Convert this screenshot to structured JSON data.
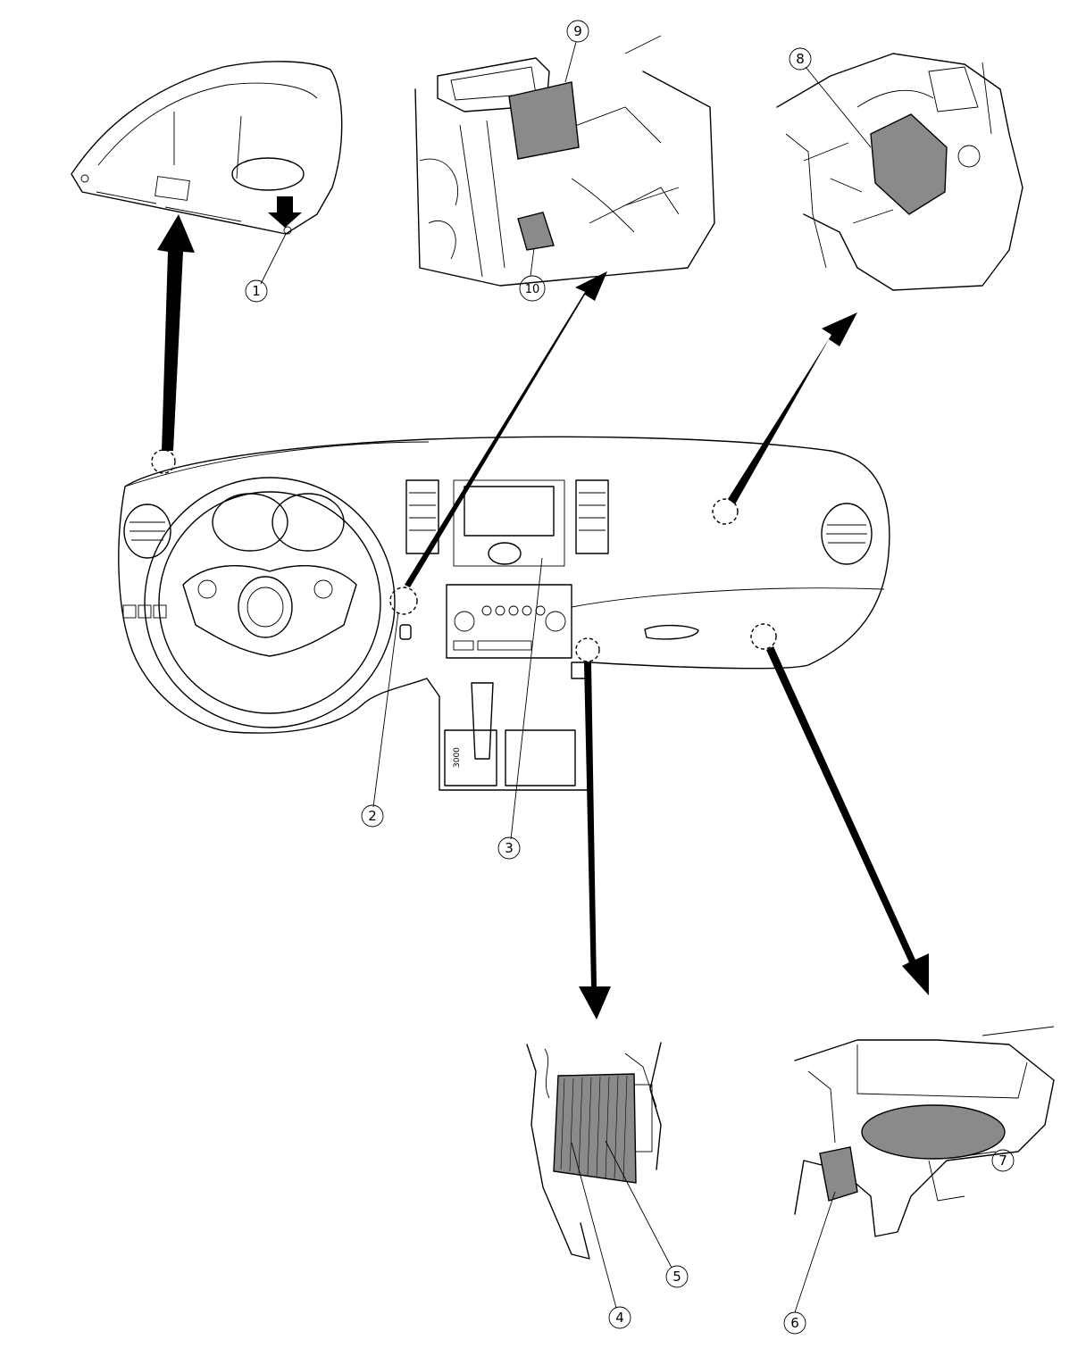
{
  "diagram": {
    "callouts": [
      {
        "id": "callout-1",
        "label": "1"
      },
      {
        "id": "callout-2",
        "label": "2"
      },
      {
        "id": "callout-3",
        "label": "3"
      },
      {
        "id": "callout-4",
        "label": "4"
      },
      {
        "id": "callout-5",
        "label": "5"
      },
      {
        "id": "callout-6",
        "label": "6"
      },
      {
        "id": "callout-7",
        "label": "7"
      },
      {
        "id": "callout-8",
        "label": "8"
      },
      {
        "id": "callout-9",
        "label": "9"
      },
      {
        "id": "callout-10",
        "label": "10"
      }
    ],
    "shifter_plate_text": "3000"
  }
}
